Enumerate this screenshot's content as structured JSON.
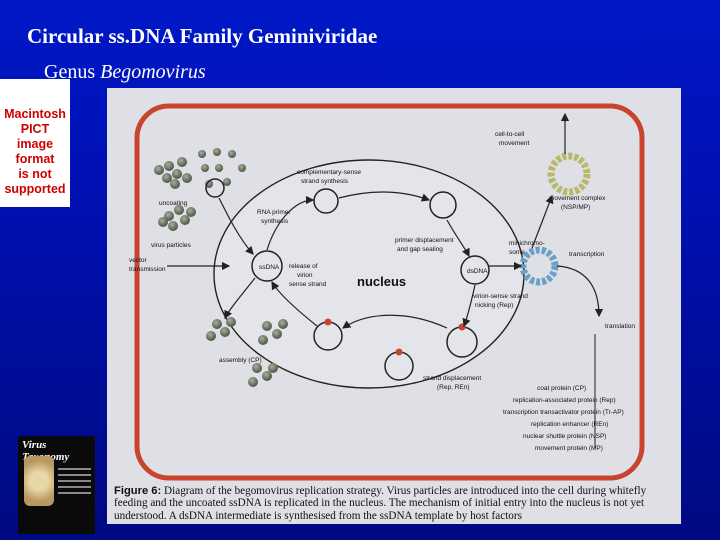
{
  "slide": {
    "title": "Circular ss.DNA Family Geminiviridae",
    "subtitle_prefix": "Genus ",
    "subtitle_genus": "Begomovirus"
  },
  "placeholder_image": {
    "lines": [
      "Macintosh PICT",
      "image format",
      "is not supported"
    ]
  },
  "book_cover": {
    "title": "Virus Taxonomy"
  },
  "diagram": {
    "labels": {
      "uncoating": "uncoating",
      "virus_particles": "virus particles",
      "vector_transmission_1": "vector",
      "vector_transmission_2": "transmission",
      "assembly": "assembly (CP)",
      "complementary_1": "complementary-sense",
      "complementary_2": "strand synthesis",
      "rna_primer_1": "RNA primer",
      "rna_primer_2": "synthesis",
      "ssdna_left": "ssDNA",
      "release_1": "release of",
      "release_2": "virion",
      "release_3": "sense strand",
      "nucleus": "nucleus",
      "primer_disp_1": "primer displacement",
      "primer_disp_2": "and gap sealing",
      "dsdna": "dsDNA",
      "minichromo_1": "minichromo-",
      "minichromo_2": "some",
      "transcription": "transcription",
      "virion_nicking_1": "virion-sense strand",
      "virion_nicking_2": "nicking (Rep)",
      "strand_disp_1": "strand displacement",
      "strand_disp_2": "(Rep, REn)",
      "cell_to_cell_1": "cell-to-cell",
      "cell_to_cell_2": "movement",
      "movement_complex_1": "movement complex",
      "movement_complex_2": "(NSP/MP)",
      "translation": "translation"
    },
    "proteins": [
      "coat protein (CP)",
      "replication-associated protein (Rep)",
      "transcription transactivator protein (Tr-AP)",
      "replication enhancer (REn)",
      "nuclear shuttle protein (NSP)",
      "movement protein (MP)"
    ],
    "caption_label": "Figure 6:",
    "caption_text": " Diagram of the begomovirus replication strategy. Virus particles are introduced into the cell during whitefly feeding and the uncoated ssDNA is replicated in the nucleus. The mechanism of initial entry into the nucleus is not yet understood. A dsDNA intermediate is synthesised from the ssDNA template by host factors"
  },
  "colors": {
    "background": "#0010b0",
    "cell_wall": "#c8442e",
    "virion": "#6a705e",
    "movement_complex": "#b8b86a",
    "minichromosome": "#6aa0c8"
  }
}
